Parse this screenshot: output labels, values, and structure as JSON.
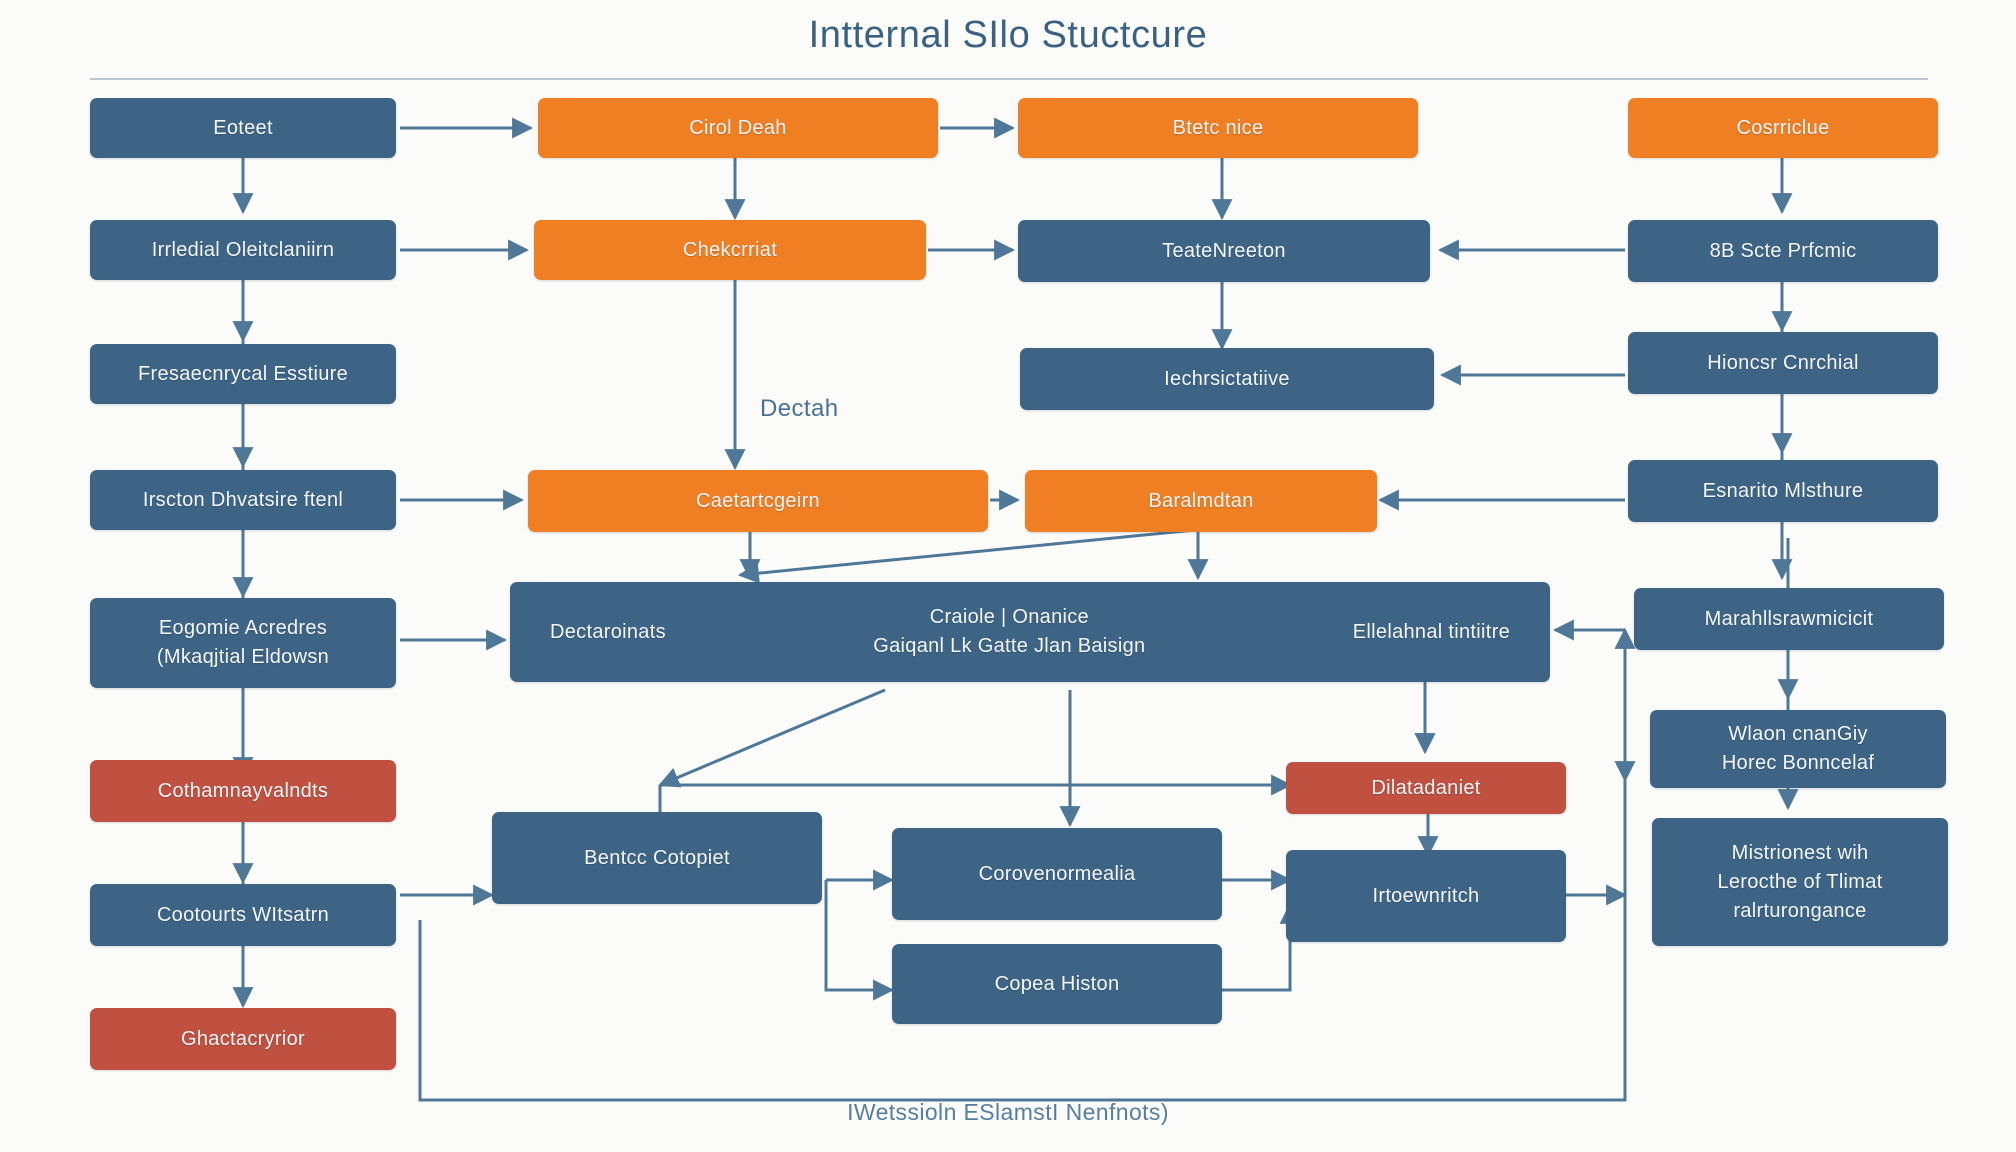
{
  "title": "Intternal SIlo Stuctcure",
  "footer_note": "IWetssioln ESlamstI Nenfnots)",
  "free_labels": [
    {
      "name": "dectah-label",
      "text": "Dectah"
    }
  ],
  "colors": {
    "background": "#fbfbf9",
    "blue": "#3d6485",
    "orange": "#ef7f22",
    "red": "#c0503f",
    "connector": "#4f7797",
    "title": "#3a6182",
    "rule": "#b9c8d4",
    "node_text": "#f4f6f7"
  },
  "columns": {
    "left": {
      "name": "left-column",
      "nodes": [
        {
          "id": "l1",
          "label": "Eoteet",
          "color": "blue"
        },
        {
          "id": "l2",
          "label": "Irrledial Oleitclaniirn",
          "color": "blue"
        },
        {
          "id": "l3",
          "label": "Fresaecnrycal Esstiure",
          "color": "blue"
        },
        {
          "id": "l4",
          "label": "Irscton Dhvatsire ftenl",
          "color": "blue"
        },
        {
          "id": "l5",
          "label": "Eogomie Acredres",
          "label2": "(Mkaqjtial Eldowsn",
          "color": "blue"
        },
        {
          "id": "l6",
          "label": "Cothamnayvalndts",
          "color": "red"
        },
        {
          "id": "l7",
          "label": "Cootourts WItsatrn",
          "color": "blue"
        },
        {
          "id": "l8",
          "label": "Ghactacryrior",
          "color": "red"
        }
      ]
    },
    "col2": {
      "name": "second-column",
      "nodes": [
        {
          "id": "c2a",
          "label": "Cirol Deah",
          "color": "orange"
        },
        {
          "id": "c2b",
          "label": "Chekcrriat",
          "color": "orange"
        },
        {
          "id": "c2c",
          "label": "Caetartcgeirn",
          "color": "orange"
        }
      ]
    },
    "col3": {
      "name": "third-column",
      "nodes": [
        {
          "id": "c3a",
          "label": "Btetc nice",
          "color": "orange"
        },
        {
          "id": "c3b",
          "label": "TeateNreeton",
          "color": "blue"
        },
        {
          "id": "c3c",
          "label": "Iechrsictatiive",
          "color": "blue"
        },
        {
          "id": "c3d",
          "label": "Baralmdtan",
          "color": "orange"
        }
      ]
    },
    "right": {
      "name": "right-column",
      "nodes": [
        {
          "id": "r1",
          "label": "Cosrriclue",
          "color": "orange"
        },
        {
          "id": "r2",
          "label": "8B Scte Prfcmic",
          "color": "blue"
        },
        {
          "id": "r3",
          "label": "Hioncsr Cnrchial",
          "color": "blue"
        },
        {
          "id": "r4",
          "label": "Esnarito Mlsthure",
          "color": "blue"
        },
        {
          "id": "r5",
          "label": "Marahllsrawmicicit",
          "color": "blue"
        },
        {
          "id": "r6",
          "label": "Wlaon cnanGiy",
          "label2": "Horec Bonncelaf",
          "color": "blue"
        },
        {
          "id": "r7",
          "label": "Mistrionest wih",
          "label2": "Lerocthe of Tlimat",
          "label3": "ralrturongance",
          "color": "blue"
        }
      ]
    }
  },
  "center": {
    "name": "center-band",
    "wide_node": {
      "id": "w1",
      "color": "blue",
      "left_text": "Dectaroinats",
      "mid_text_1": "Craiole | Onanice",
      "mid_text_2": "Gaiqanl Lk Gatte Jlan Baisign",
      "right_text": "Ellelahnal tintiitre"
    },
    "lower_nodes": [
      {
        "id": "b1",
        "label": "Bentcc Cotopiet",
        "color": "blue"
      },
      {
        "id": "b2",
        "label": "Corovenormealia",
        "color": "blue"
      },
      {
        "id": "b3",
        "label": "Copea Histon",
        "color": "blue"
      },
      {
        "id": "b4",
        "label": "Dilatadaniet",
        "color": "red"
      },
      {
        "id": "b5",
        "label": "Irtoewnritch",
        "color": "blue"
      }
    ]
  }
}
